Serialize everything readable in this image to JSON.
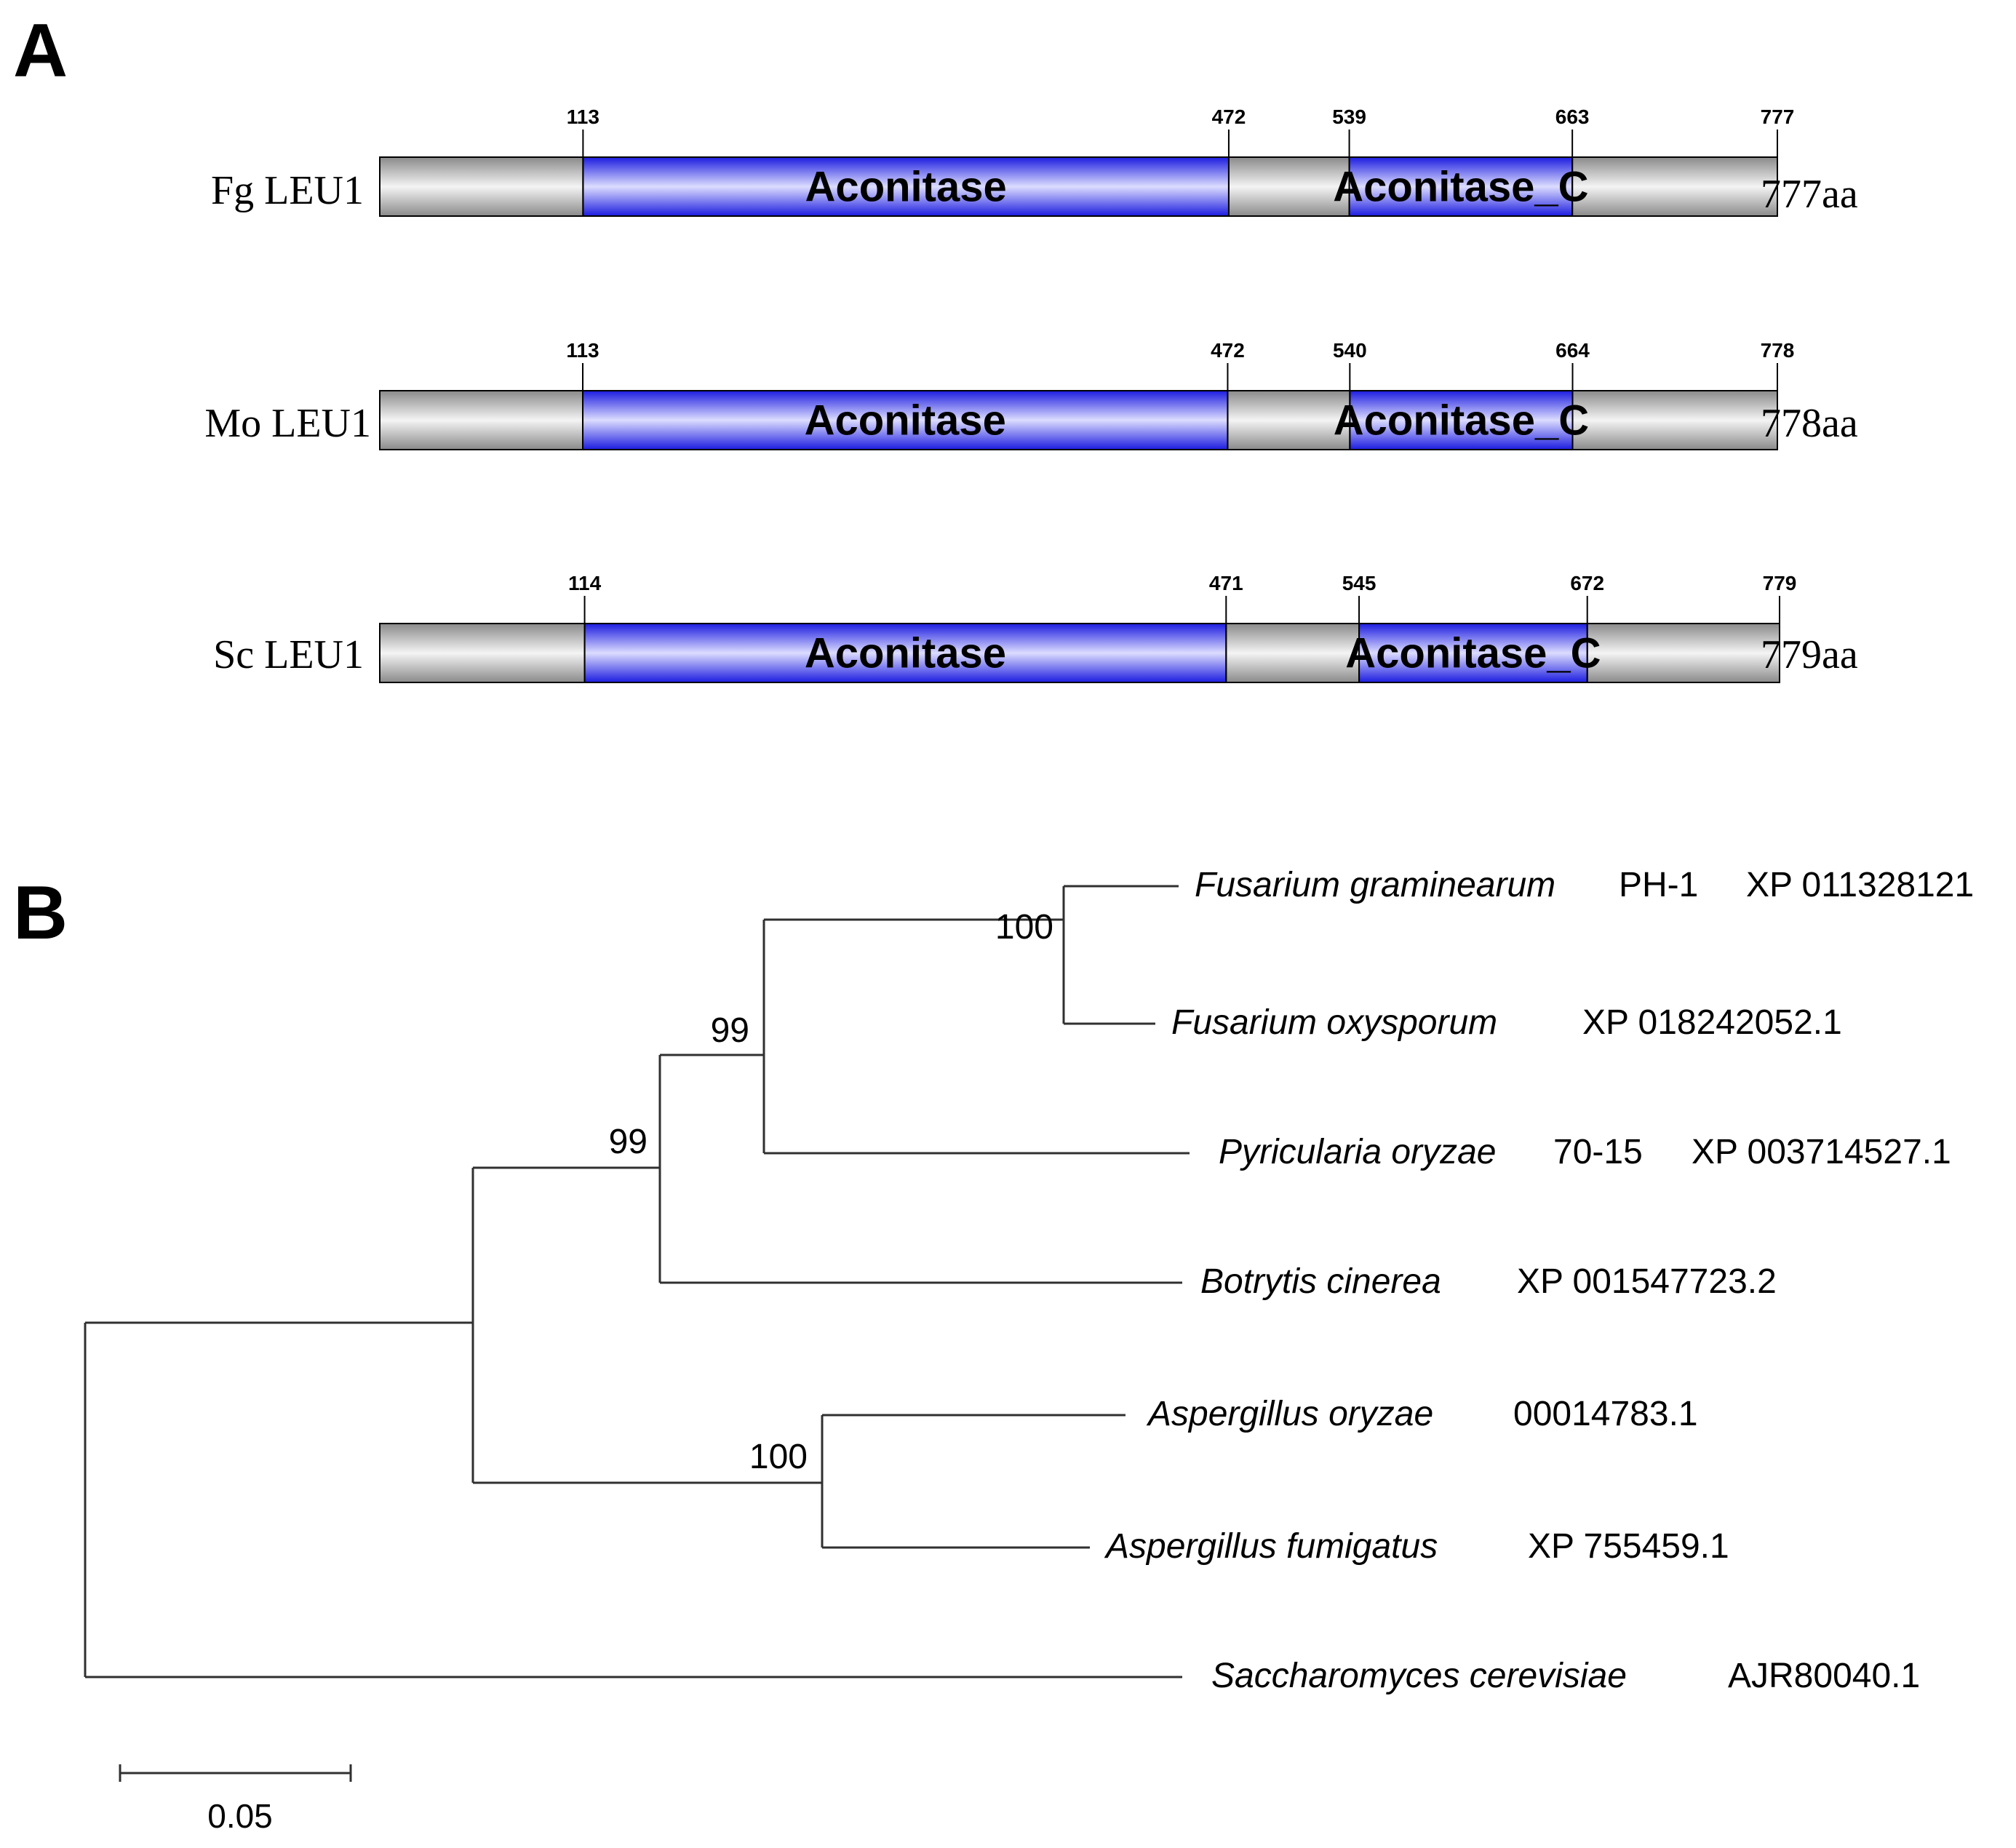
{
  "panels": {
    "a_label": "A",
    "b_label": "B"
  },
  "domain_diagram": {
    "colors": {
      "protein_bar": "#c8c8c8",
      "aconitase_domain": "#3a3aea"
    },
    "proteins": [
      {
        "name": "Fg LEU1",
        "length_label": "777aa",
        "length": 777,
        "start": 113,
        "domains": [
          {
            "label": "Aconitase",
            "start": 113,
            "end": 472
          },
          {
            "label": "Aconitase_C",
            "start": 539,
            "end": 663
          }
        ],
        "ticks": [
          "113",
          "472",
          "539",
          "663",
          "777"
        ]
      },
      {
        "name": "Mo LEU1",
        "length_label": "778aa",
        "length": 778,
        "start": 113,
        "domains": [
          {
            "label": "Aconitase",
            "start": 113,
            "end": 472
          },
          {
            "label": "Aconitase_C",
            "start": 540,
            "end": 664
          }
        ],
        "ticks": [
          "113",
          "472",
          "540",
          "664",
          "778"
        ]
      },
      {
        "name": "Sc LEU1",
        "length_label": "779aa",
        "length": 779,
        "start": 114,
        "domains": [
          {
            "label": "Aconitase",
            "start": 114,
            "end": 471
          },
          {
            "label": "Aconitase_C",
            "start": 545,
            "end": 672
          }
        ],
        "ticks": [
          "114",
          "471",
          "545",
          "672",
          "779"
        ]
      }
    ]
  },
  "tree": {
    "taxa": [
      {
        "species": "Fusarium graminearum",
        "strain": "PH-1",
        "accession": "XP 011328121"
      },
      {
        "species": "Fusarium oxysporum",
        "strain": "",
        "accession": "XP 018242052.1"
      },
      {
        "species": "Pyricularia oryzae",
        "strain": "70-15",
        "accession": "XP 003714527.1"
      },
      {
        "species": "Botrytis cinerea",
        "strain": "",
        "accession": "XP 001547723.2"
      },
      {
        "species": "Aspergillus oryzae",
        "strain": "",
        "accession": "00014783.1"
      },
      {
        "species": "Aspergillus fumigatus",
        "strain": "",
        "accession": "XP 755459.1"
      },
      {
        "species": "Saccharomyces cerevisiae",
        "strain": "",
        "accession": "AJR80040.1"
      }
    ],
    "bootstrap": [
      "100",
      "99",
      "99",
      "100"
    ],
    "scale_bar_label": "0.05"
  }
}
